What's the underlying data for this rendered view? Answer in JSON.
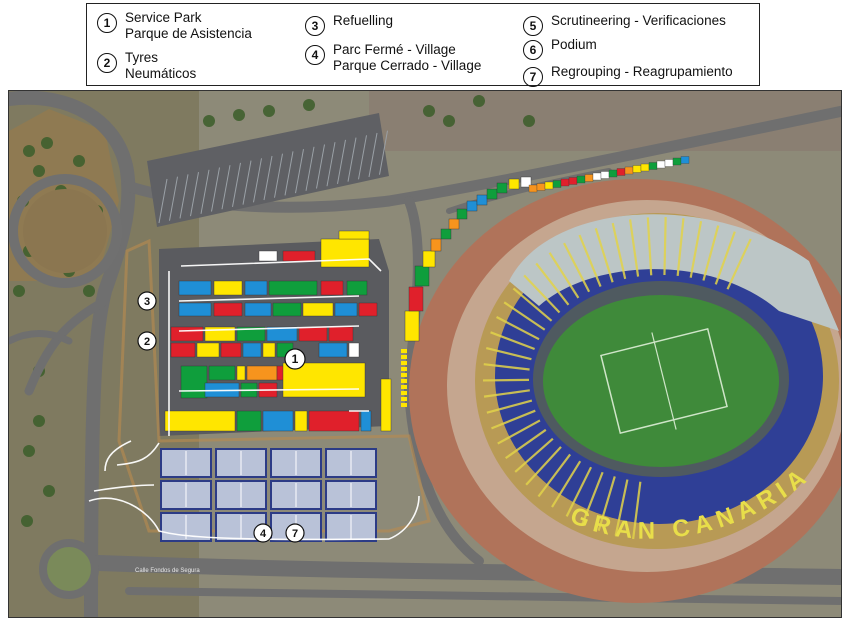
{
  "legend": {
    "items": [
      {
        "num": "1",
        "lines": [
          "Service Park",
          "Parque de Asistencia"
        ]
      },
      {
        "num": "2",
        "lines": [
          "Tyres",
          "Neumáticos"
        ]
      },
      {
        "num": "3",
        "lines": [
          "Refuelling"
        ]
      },
      {
        "num": "4",
        "lines": [
          "Parc Fermé - Village",
          "Parque Cerrado - Village"
        ]
      },
      {
        "num": "5",
        "lines": [
          "Scrutineering - Verificaciones"
        ]
      },
      {
        "num": "6",
        "lines": [
          "Podium"
        ]
      },
      {
        "num": "7",
        "lines": [
          "Regrouping - Reagrupamiento"
        ]
      }
    ]
  },
  "map": {
    "markers": {
      "service_park": "1",
      "tyres": "2",
      "refuelling": "3",
      "parc_ferme": "4",
      "regrouping": "7"
    },
    "stadium_lettering": "GRAN CANARIA",
    "street_label": "Calle Fondos de Segura",
    "colors": {
      "yellow": "#ffe600",
      "green": "#0f9e3c",
      "blue": "#1f8fd6",
      "red": "#e0202b",
      "orange": "#f7941d",
      "white": "#ffffff",
      "pitch": "#3f8a3a",
      "tent_roof": "#b9c2d8"
    }
  }
}
